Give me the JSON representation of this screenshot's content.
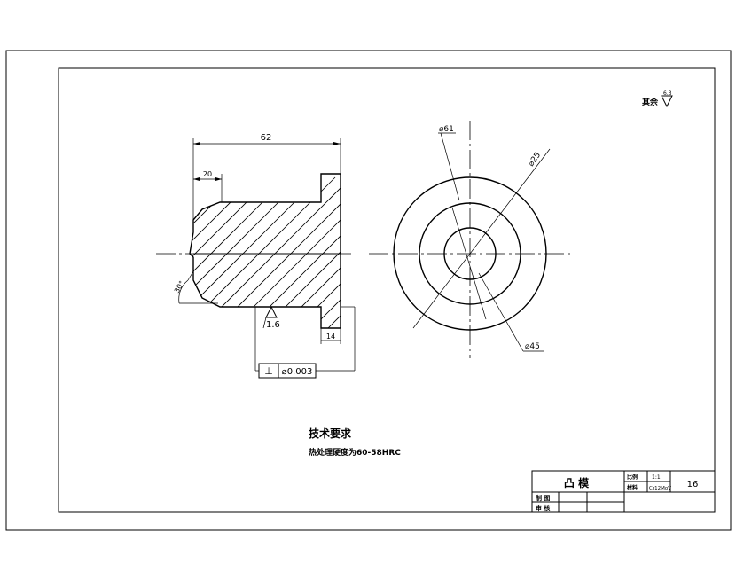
{
  "roughness_note": {
    "label": "其余",
    "value": "6.3"
  },
  "dimensions": {
    "overall_length": "62",
    "step_length": "20",
    "flange_thickness": "14",
    "chamfer_angle": "30°",
    "dia_outer": "⌀61",
    "dia_middle": "⌀45",
    "dia_inner": "⌀25"
  },
  "surface_finish": "1.6",
  "tolerance_frame": {
    "symbol": "⊥",
    "value": "⌀0.003"
  },
  "tech_requirements": {
    "title": "技术要求",
    "line1": "热处理硬度为60-58HRC"
  },
  "title_block": {
    "part_name": "凸  模",
    "scale_label": "比例",
    "scale_value": "1:1",
    "material_label": "材料",
    "material_value": "Cr12MoV",
    "sheet_number": "16",
    "drawn_label": "制 图",
    "checked_label": "审 核"
  }
}
